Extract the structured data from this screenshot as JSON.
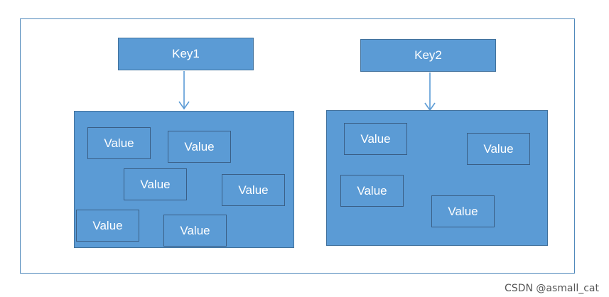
{
  "keys": [
    {
      "label": "Key1"
    },
    {
      "label": "Key2"
    }
  ],
  "groups": [
    {
      "values": [
        "Value",
        "Value",
        "Value",
        "Value",
        "Value",
        "Value"
      ]
    },
    {
      "values": [
        "Value",
        "Value",
        "Value",
        "Value"
      ]
    }
  ],
  "watermark": "CSDN @asmall_cat",
  "colors": {
    "box_fill": "#5b9bd5",
    "box_border": "#41719c",
    "value_border": "#3a5f86",
    "frame_border": "#4f88bb",
    "arrow": "#5b9bd5"
  }
}
